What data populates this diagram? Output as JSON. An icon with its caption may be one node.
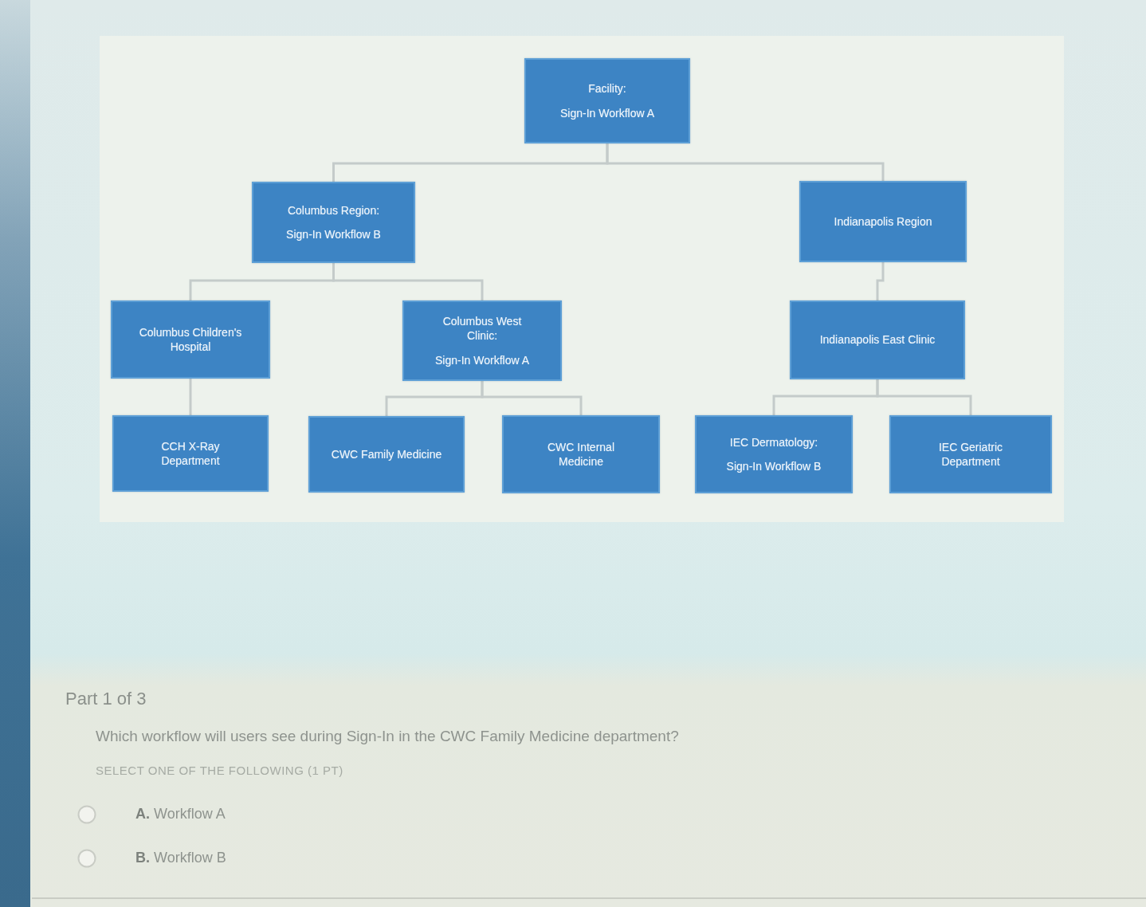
{
  "diagram": {
    "nodes": [
      {
        "text": [
          "Facility:",
          "Sign-In Workflow A"
        ]
      },
      {
        "text": [
          "Columbus Region:",
          "Sign-In Workflow B"
        ]
      },
      {
        "text": [
          "Indianapolis Region"
        ]
      },
      {
        "text": [
          "Columbus Children's Hospital"
        ]
      },
      {
        "text": [
          "Columbus West Clinic:",
          "Sign-In Workflow A"
        ]
      },
      {
        "text": [
          "Indianapolis East Clinic"
        ]
      },
      {
        "text": [
          "CCH X-Ray Department"
        ]
      },
      {
        "text": [
          "CWC Family Medicine"
        ]
      },
      {
        "text": [
          "CWC Internal Medicine"
        ]
      },
      {
        "text": [
          "IEC Dermatology:",
          "Sign-In Workflow B"
        ]
      },
      {
        "text": [
          "IEC Geriatric Department"
        ]
      }
    ],
    "edges": [
      {
        "from": 0,
        "to": 1,
        "arrow": "none"
      },
      {
        "from": 0,
        "to": 2,
        "arrow": "none"
      },
      {
        "from": 1,
        "to": 3,
        "arrow": "none"
      },
      {
        "from": 1,
        "to": 4,
        "arrow": "none"
      },
      {
        "from": 2,
        "to": 5,
        "arrow": "none"
      },
      {
        "from": 3,
        "to": 6,
        "arrow": "none"
      },
      {
        "from": 4,
        "to": 7,
        "arrow": "none"
      },
      {
        "from": 4,
        "to": 8,
        "arrow": "none"
      },
      {
        "from": 5,
        "to": 9,
        "arrow": "none"
      },
      {
        "from": 5,
        "to": 10,
        "arrow": "none"
      }
    ],
    "labels": [
      "Part 1 of 3",
      "Which workflow will users see during Sign-In in the CWC Family Medicine department?",
      "SELECT ONE OF THE FOLLOWING (1 PT)",
      "**A.** Workflow A",
      "**B.** Workflow B"
    ]
  }
}
